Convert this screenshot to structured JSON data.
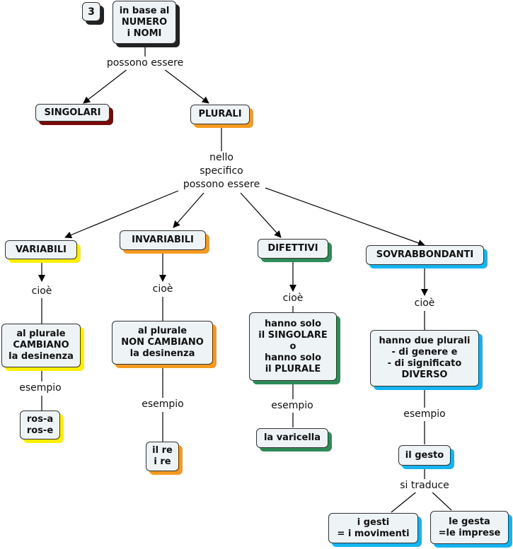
{
  "map": {
    "number_badge": "3",
    "root": "in base al\nNUMERO\ni NOMI",
    "root_link": "possono essere",
    "singolari": "SINGOLARI",
    "plurali": "PLURALI",
    "plurali_link": "nello\nspecifico\npossono essere",
    "categories": [
      {
        "title": "VARIABILI",
        "link": "cioè",
        "definition": "al plurale\nCAMBIANO\nla desinenza",
        "example_link": "esempio",
        "example": "ros-a\nros-e",
        "shadow_color": "#ffee00"
      },
      {
        "title": "INVARIABILI",
        "link": "cioè",
        "definition": "al plurale\nNON CAMBIANO\nla desinenza",
        "example_link": "esempio",
        "example": "il re\ni re",
        "shadow_color": "#f59a1e"
      },
      {
        "title": "DIFETTIVI",
        "link": "cioè",
        "definition": "hanno solo\nil SINGOLARE\no\nhanno solo\nil PLURALE",
        "example_link": "esempio",
        "example": "la varicella",
        "shadow_color": "#2e8b57"
      },
      {
        "title": "SOVRABBONDANTI",
        "link": "cioè",
        "definition": "hanno due plurali\n- di genere e\n- di significato\nDIVERSO",
        "example_link": "esempio",
        "example": "il gesto",
        "shadow_color": "#14b4f0"
      }
    ],
    "translation_link": "si traduce",
    "translations": [
      "i gesti\n= i movimenti",
      "le gesta\n=le imprese"
    ],
    "colors": {
      "node_fill": "#eef3f5",
      "singolari_shadow": "#7a0a0a",
      "plurali_shadow": "#f59a1e"
    }
  }
}
